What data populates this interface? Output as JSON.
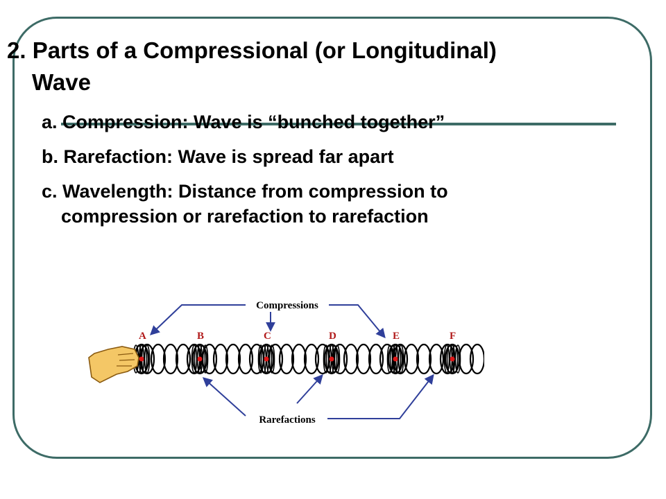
{
  "slide": {
    "title_line1": "2. Parts of a Compressional (or Longitudinal)",
    "title_line2": "Wave",
    "items": [
      {
        "text": "a. Compression:  Wave is “bunched together”"
      },
      {
        "text": "b. Rarefaction:  Wave is spread far apart"
      },
      {
        "text": "c. Wavelength:  Distance from compression to",
        "continuation": "compression or rarefaction to rarefaction"
      }
    ]
  },
  "diagram": {
    "top_label": "Compressions",
    "bottom_label": "Rarefactions",
    "points": [
      "A",
      "B",
      "C",
      "D",
      "E",
      "F"
    ],
    "colors": {
      "arrow": "#2f3f9a",
      "label": "#1b2a7a",
      "point_letter": "#b11a1a",
      "dot": "#e01818",
      "coil": "#000000",
      "hand": "#f4c766",
      "frame": "#3d6b66"
    }
  }
}
